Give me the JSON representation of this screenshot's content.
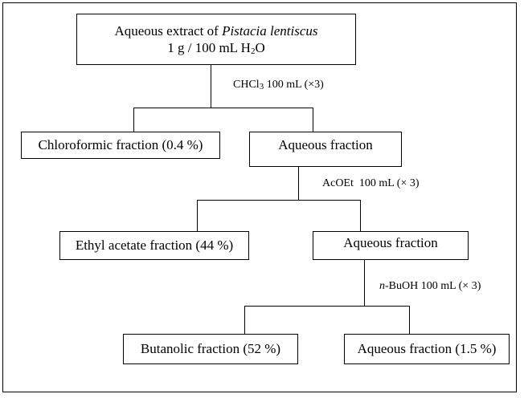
{
  "diagram": {
    "root": {
      "line1_prefix": "Aqueous extract of ",
      "line1_species": "Pistacia lentiscus",
      "line2_prefix": "1 g / 100 mL H",
      "line2_sub": "2",
      "line2_suffix": "O"
    },
    "step1": {
      "prefix": "CHCl",
      "sub": "3",
      "suffix": " 100 mL (×3)"
    },
    "level1": {
      "left": "Chloroformic fraction (0.4 %)",
      "right": "Aqueous fraction"
    },
    "step2": {
      "text": "AcOEt  100 mL (× 3)"
    },
    "level2": {
      "left": "Ethyl acetate fraction (44 %)",
      "right": "Aqueous fraction"
    },
    "step3": {
      "italic": "n",
      "text": "-BuOH 100 mL (× 3)"
    },
    "level3": {
      "left": "Butanolic fraction (52 %)",
      "right": "Aqueous fraction (1.5 %)"
    }
  }
}
